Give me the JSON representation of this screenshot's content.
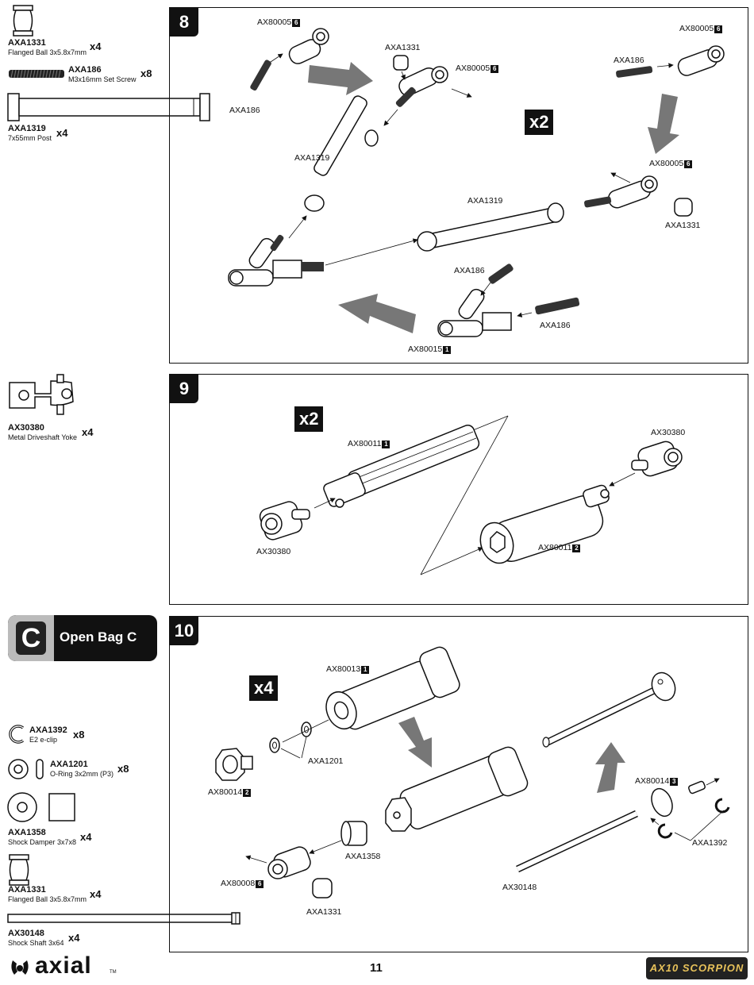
{
  "left_column": {
    "parts_top": [
      {
        "code": "AXA1331",
        "desc": "Flanged Ball 3x5.8x7mm",
        "qty": "x4"
      },
      {
        "code": "AXA186",
        "desc": "M3x16mm Set Screw",
        "qty": "x8"
      },
      {
        "code": "AXA1319",
        "desc": "7x55mm Post",
        "qty": "x4"
      }
    ],
    "parts_mid": [
      {
        "code": "AX30380",
        "desc": "Metal Driveshaft Yoke",
        "qty": "x4"
      }
    ],
    "bag": {
      "letter": "C",
      "label": "Open Bag C"
    },
    "parts_bottom": [
      {
        "code": "AXA1392",
        "desc": "E2 e-clip",
        "qty": "x8"
      },
      {
        "code": "AXA1201",
        "desc": "O-Ring 3x2mm (P3)",
        "qty": "x8"
      },
      {
        "code": "AXA1358",
        "desc": "Shock Damper 3x7x8",
        "qty": "x4"
      },
      {
        "code": "AXA1331",
        "desc": "Flanged Ball 3x5.8x7mm",
        "qty": "x4"
      },
      {
        "code": "AX30148",
        "desc": "Shock Shaft 3x64",
        "qty": "x4"
      }
    ]
  },
  "steps": [
    {
      "number": "8",
      "multiplier": "x2",
      "labels": [
        {
          "text": "AXA186"
        },
        {
          "text": "AX80005",
          "badge": "6"
        },
        {
          "text": "AXA1331"
        },
        {
          "text": "AX80005",
          "badge": "6"
        },
        {
          "text": "AXA1319"
        },
        {
          "text": "AXA186"
        },
        {
          "text": "AX80005",
          "badge": "6"
        },
        {
          "text": "AX80005",
          "badge": "6"
        },
        {
          "text": "AXA1319"
        },
        {
          "text": "AXA1331"
        },
        {
          "text": "AXA186"
        },
        {
          "text": "AXA186"
        },
        {
          "text": "AX80015",
          "badge": "1"
        }
      ]
    },
    {
      "number": "9",
      "multiplier": "x2",
      "labels": [
        {
          "text": "AX80011",
          "badge": "1"
        },
        {
          "text": "AX30380"
        },
        {
          "text": "AX30380"
        },
        {
          "text": "AX80011",
          "badge": "2"
        }
      ]
    },
    {
      "number": "10",
      "multiplier": "x4",
      "labels": [
        {
          "text": "AX80013",
          "badge": "1"
        },
        {
          "text": "AXA1201"
        },
        {
          "text": "AX80014",
          "badge": "2"
        },
        {
          "text": "AX80014",
          "badge": "3"
        },
        {
          "text": "AXA1392"
        },
        {
          "text": "AXA1358"
        },
        {
          "text": "AX80008",
          "badge": "6"
        },
        {
          "text": "AXA1331"
        },
        {
          "text": "AX30148"
        }
      ]
    }
  ],
  "footer": {
    "page_number": "11",
    "brand": "axial",
    "trademark": "TM",
    "product_logo": "AX10 SCORPION"
  }
}
